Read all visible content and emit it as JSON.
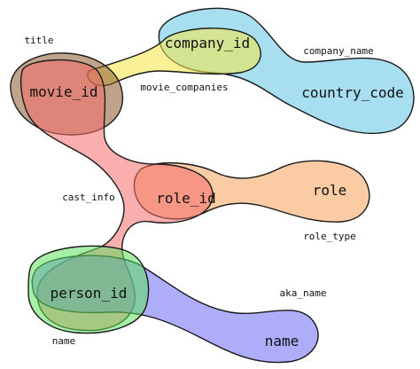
{
  "relations": {
    "title": "title",
    "movie_companies": "movie_companies",
    "company_name": "company_name",
    "cast_info": "cast_info",
    "role_type": "role_type",
    "aka_name": "aka_name",
    "name": "name"
  },
  "attributes": {
    "company_id": "company_id",
    "movie_id": "movie_id",
    "country_code": "country_code",
    "role_id": "role_id",
    "role": "role",
    "person_id": "person_id",
    "name": "name"
  },
  "colors": {
    "title": "#8b5a2b",
    "movie_companies": "#f5e642",
    "company_name": "#5ec4e6",
    "cast_info": "#f56b6b",
    "role_type": "#f7a15a",
    "aka_name": "#b9d94a",
    "name": "#6a6af5",
    "name_ring": "#5ee05e"
  }
}
